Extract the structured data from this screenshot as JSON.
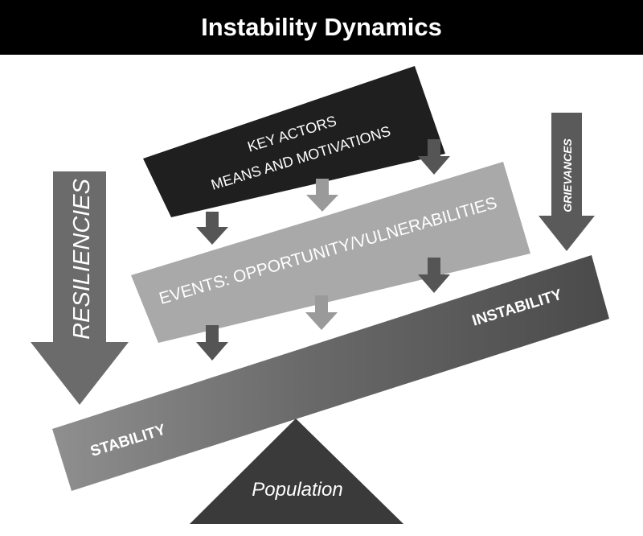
{
  "title": "Instability Dynamics",
  "labels": {
    "key_actors_line1": "KEY ACTORS",
    "key_actors_line2": "MEANS AND MOTIVATIONS",
    "events": "EVENTS: OPPORTUNITY/VULNERABILITIES",
    "resiliencies": "RESILIENCIES",
    "grievances": "GRIEVANCES",
    "stability": "STABILITY",
    "instability": "INSTABILITY",
    "population": "Population"
  },
  "colors": {
    "title_bg": "#000000",
    "key_actors_box": "#1f1f1f",
    "events_box": "#a9a9a9",
    "big_arrow": "#6b6b6b",
    "small_arrow_dark": "#555555",
    "small_arrow_light": "#9a9a9a",
    "beam_light": "#8a8a8a",
    "beam_dark": "#4a4a4a",
    "fulcrum": "#3a3a3a",
    "text_light": "#ffffff"
  }
}
